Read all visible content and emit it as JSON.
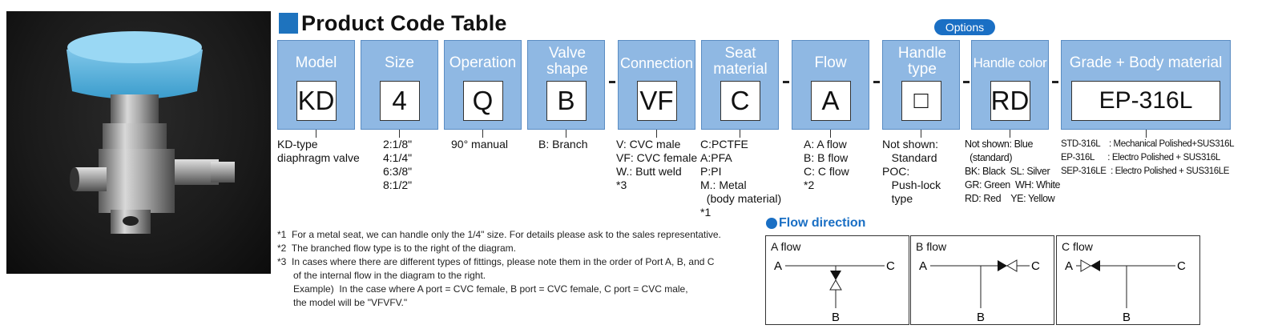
{
  "title": "Product Code Table",
  "options_label": "Options",
  "fields": [
    {
      "label": "Model",
      "code": "KD",
      "desc": "KD-type\ndiaphragm valve"
    },
    {
      "label": "Size",
      "code": "4",
      "desc": "2:1/8\"\n4:1/4\"\n6:3/8\"\n8:1/2\""
    },
    {
      "label": "Operation",
      "code": "Q",
      "desc": "90° manual"
    },
    {
      "label": "Valve shape",
      "code": "B",
      "desc": "B: Branch"
    },
    {
      "label": "Connection",
      "code": "VF",
      "desc": "V: CVC male\nVF: CVC female\nW.: Butt weld\n*3"
    },
    {
      "label": "Seat material",
      "code": "C",
      "desc": "C:PCTFE\nA:PFA\nP:PI\nM.: Metal\n  (body material)\n*1"
    },
    {
      "label": "Flow",
      "code": "A",
      "desc": "A: A flow\nB: B flow\nC: C flow\n*2"
    },
    {
      "label": "Handle type",
      "code": "□",
      "desc": "Not shown:\n   Standard\nPOC:\n   Push-lock\n   type"
    },
    {
      "label": "Handle color",
      "code": "RD",
      "desc": "Not shown: Blue\n  (standard)\nBK: Black  SL: Silver\nGR: Green  WH: White\nRD: Red    YE: Yellow"
    },
    {
      "label": "Grade + Body material",
      "code": "EP-316L",
      "desc": "STD-316L    : Mechanical Polished+SUS316L\nEP-316L      : Electro Polished + SUS316L\nSEP-316LE  : Electro Polished + SUS316LE"
    }
  ],
  "separator": "-",
  "notes": [
    "*1  For a metal seat, we can handle only the 1/4\" size. For details please ask to the sales representative.",
    "*2  The branched flow type is to the right of the diagram.",
    "*3  In cases where there are different types of fittings, please note them in the order of Port A, B, and C",
    "      of the internal flow in the diagram to the right.",
    "      Example)  In the case where A port = CVC female, B port = CVC female, C port = CVC male,",
    "      the model will be \"VFVFV.\""
  ],
  "flow_direction": {
    "heading": "Flow direction",
    "diagrams": [
      {
        "title": "A flow",
        "port_a": "A",
        "port_b": "B",
        "port_c": "C"
      },
      {
        "title": "B flow",
        "port_a": "A",
        "port_b": "B",
        "port_c": "C"
      },
      {
        "title": "C flow",
        "port_a": "A",
        "port_b": "B",
        "port_c": "C"
      }
    ]
  },
  "colors": {
    "accent": "#1e73be",
    "box_fill": "#8fb8e3",
    "handle": "#5aaedc"
  }
}
